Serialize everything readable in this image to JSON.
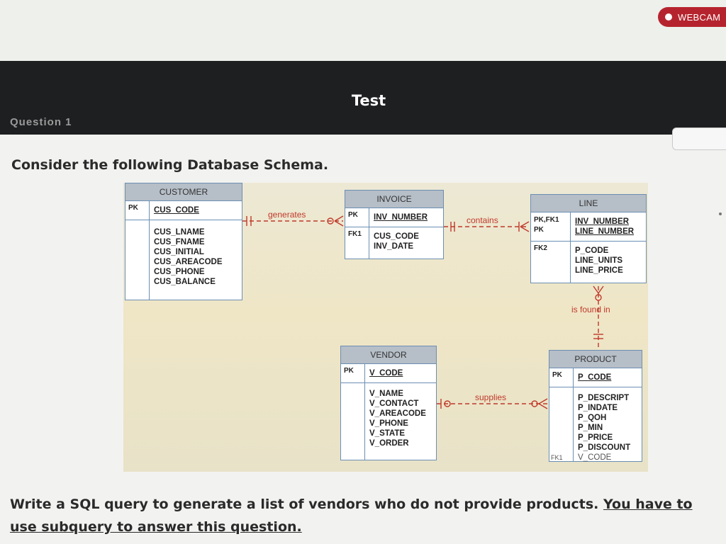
{
  "webcam": {
    "label": "WEBCAM"
  },
  "header": {
    "title": "Test",
    "cut_text": "Question 1"
  },
  "prompt": "Consider the following Database Schema.",
  "schema": {
    "customer": {
      "name": "CUSTOMER",
      "pk": {
        "key": "PK",
        "attr": "CUS_CODE"
      },
      "attrs": [
        "CUS_LNAME",
        "CUS_FNAME",
        "CUS_INITIAL",
        "CUS_AREACODE",
        "CUS_PHONE",
        "CUS_BALANCE"
      ]
    },
    "invoice": {
      "name": "INVOICE",
      "pk": {
        "key": "PK",
        "attr": "INV_NUMBER"
      },
      "fk_key": "FK1",
      "attrs": [
        "CUS_CODE",
        "INV_DATE"
      ]
    },
    "line": {
      "name": "LINE",
      "pk_keys": [
        "PK,FK1",
        "PK"
      ],
      "pk_attrs": [
        "INV_NUMBER",
        "LINE_NUMBER"
      ],
      "fk_key": "FK2",
      "attrs": [
        "P_CODE",
        "LINE_UNITS",
        "LINE_PRICE"
      ]
    },
    "vendor": {
      "name": "VENDOR",
      "pk": {
        "key": "PK",
        "attr": "V_CODE"
      },
      "attrs": [
        "V_NAME",
        "V_CONTACT",
        "V_AREACODE",
        "V_PHONE",
        "V_STATE",
        "V_ORDER"
      ]
    },
    "product": {
      "name": "PRODUCT",
      "pk": {
        "key": "PK",
        "attr": "P_CODE"
      },
      "attrs": [
        "P_DESCRIPT",
        "P_INDATE",
        "P_QOH",
        "P_MIN",
        "P_PRICE",
        "P_DISCOUNT"
      ],
      "fk": {
        "key": "FK1",
        "attr": "V_CODE"
      }
    },
    "relationships": {
      "generates": "generates",
      "contains": "contains",
      "found_in": "is found in",
      "supplies": "supplies"
    },
    "colors": {
      "entity_border": "#6c8fb3",
      "relationship": "#c0392b",
      "header": "#b6bec7"
    }
  },
  "question": {
    "text": "Write a SQL query to generate a list of vendors who do not provide products.",
    "underlined": "You have to use subquery to answer this question."
  }
}
